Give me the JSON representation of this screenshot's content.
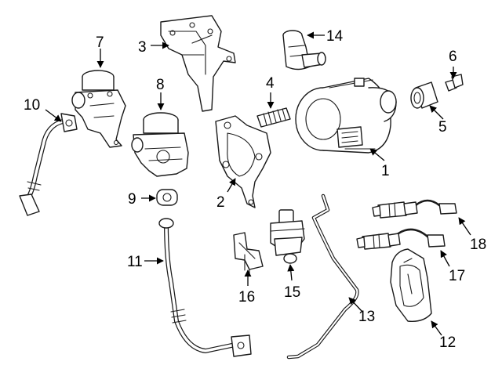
{
  "callouts": [
    {
      "id": "1",
      "label": "1"
    },
    {
      "id": "2",
      "label": "2"
    },
    {
      "id": "3",
      "label": "3"
    },
    {
      "id": "4",
      "label": "4"
    },
    {
      "id": "5",
      "label": "5"
    },
    {
      "id": "6",
      "label": "6"
    },
    {
      "id": "7",
      "label": "7"
    },
    {
      "id": "8",
      "label": "8"
    },
    {
      "id": "9",
      "label": "9"
    },
    {
      "id": "10",
      "label": "10"
    },
    {
      "id": "11",
      "label": "11"
    },
    {
      "id": "12",
      "label": "12"
    },
    {
      "id": "13",
      "label": "13"
    },
    {
      "id": "14",
      "label": "14"
    },
    {
      "id": "15",
      "label": "15"
    },
    {
      "id": "16",
      "label": "16"
    },
    {
      "id": "17",
      "label": "17"
    },
    {
      "id": "18",
      "label": "18"
    }
  ],
  "colors": {
    "line": "#1a1a1a",
    "background": "#ffffff"
  }
}
